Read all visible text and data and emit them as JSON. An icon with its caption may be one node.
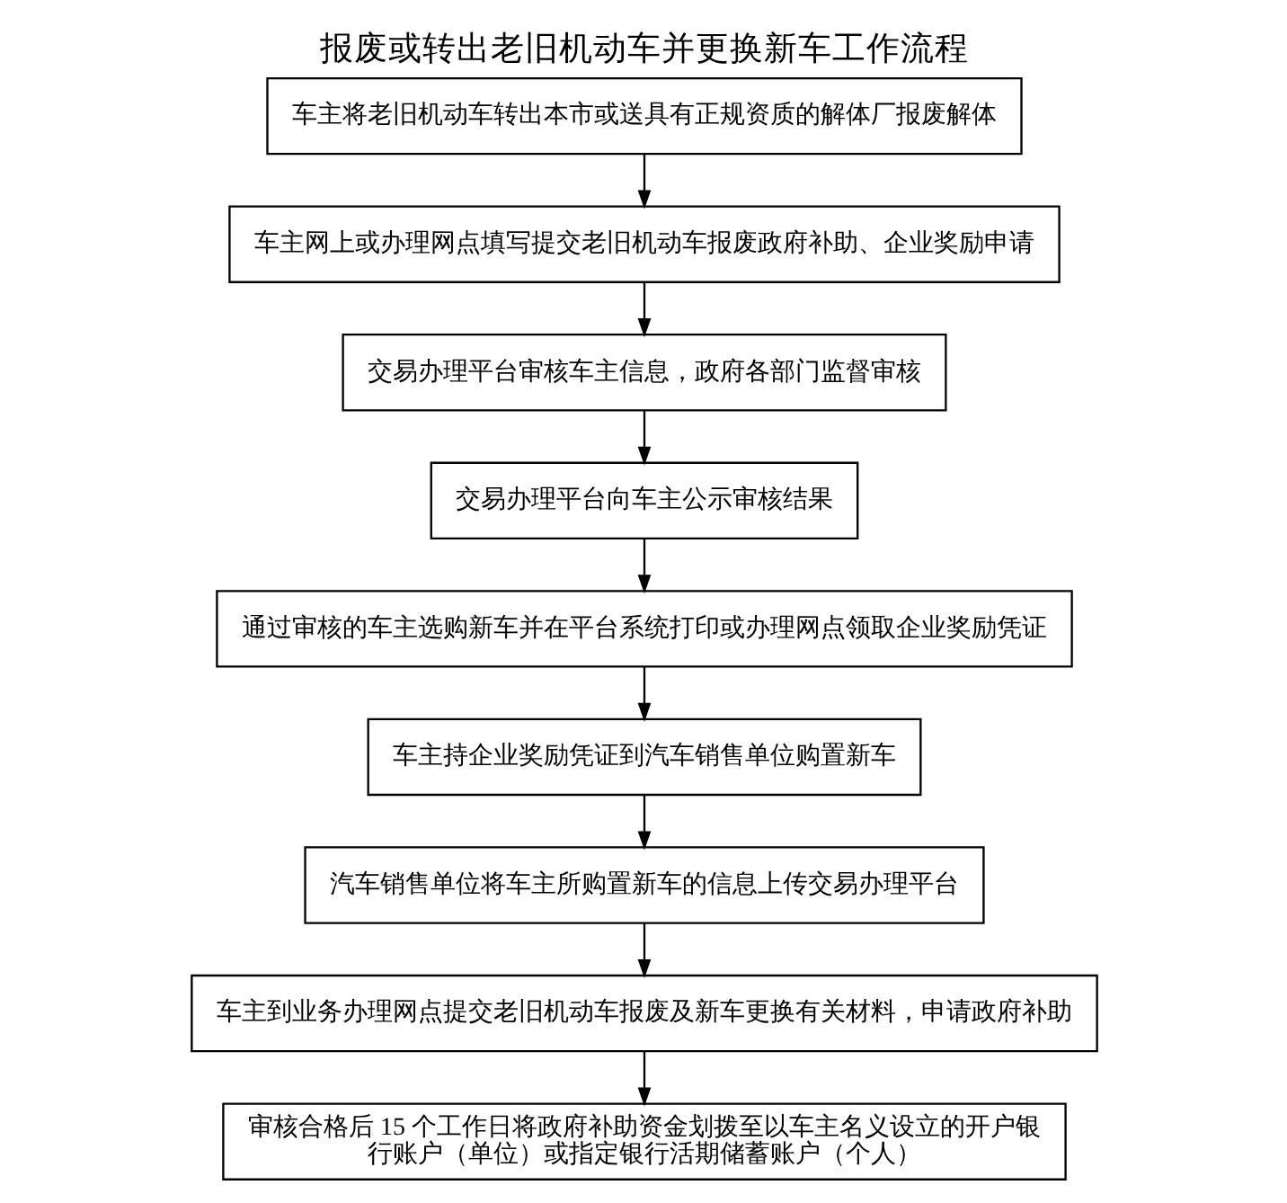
{
  "diagram": {
    "title": "报废或转出老旧机动车并更换新车工作流程",
    "nodes": [
      {
        "text": [
          "车主将老旧机动车转出本市或送具有正规资质的解体厂报废解体"
        ]
      },
      {
        "text": [
          "车主网上或办理网点填写提交老旧机动车报废政府补助、企业奖励申请"
        ]
      },
      {
        "text": [
          "交易办理平台审核车主信息，政府各部门监督审核"
        ]
      },
      {
        "text": [
          "交易办理平台向车主公示审核结果"
        ]
      },
      {
        "text": [
          "通过审核的车主选购新车并在平台系统打印或办理网点领取企业奖励凭证"
        ]
      },
      {
        "text": [
          "车主持企业奖励凭证到汽车销售单位购置新车"
        ]
      },
      {
        "text": [
          "汽车销售单位将车主所购置新车的信息上传交易办理平台"
        ]
      },
      {
        "text": [
          "车主到业务办理网点提交老旧机动车报废及新车更换有关材料，申请政府补助"
        ]
      },
      {
        "text": [
          "审核合格后 15 个工作日将政府补助资金划拨至以车主名义设立的开户银行账户（单位）或指定银行活期储蓄账户（个人）"
        ]
      }
    ],
    "edges": [
      {
        "from": 0,
        "to": 1,
        "arrow": "to"
      },
      {
        "from": 1,
        "to": 2,
        "arrow": "to"
      },
      {
        "from": 2,
        "to": 3,
        "arrow": "to"
      },
      {
        "from": 3,
        "to": 4,
        "arrow": "to"
      },
      {
        "from": 4,
        "to": 5,
        "arrow": "to"
      },
      {
        "from": 5,
        "to": 6,
        "arrow": "to"
      },
      {
        "from": 6,
        "to": 7,
        "arrow": "to"
      },
      {
        "from": 7,
        "to": 8,
        "arrow": "to"
      }
    ]
  }
}
